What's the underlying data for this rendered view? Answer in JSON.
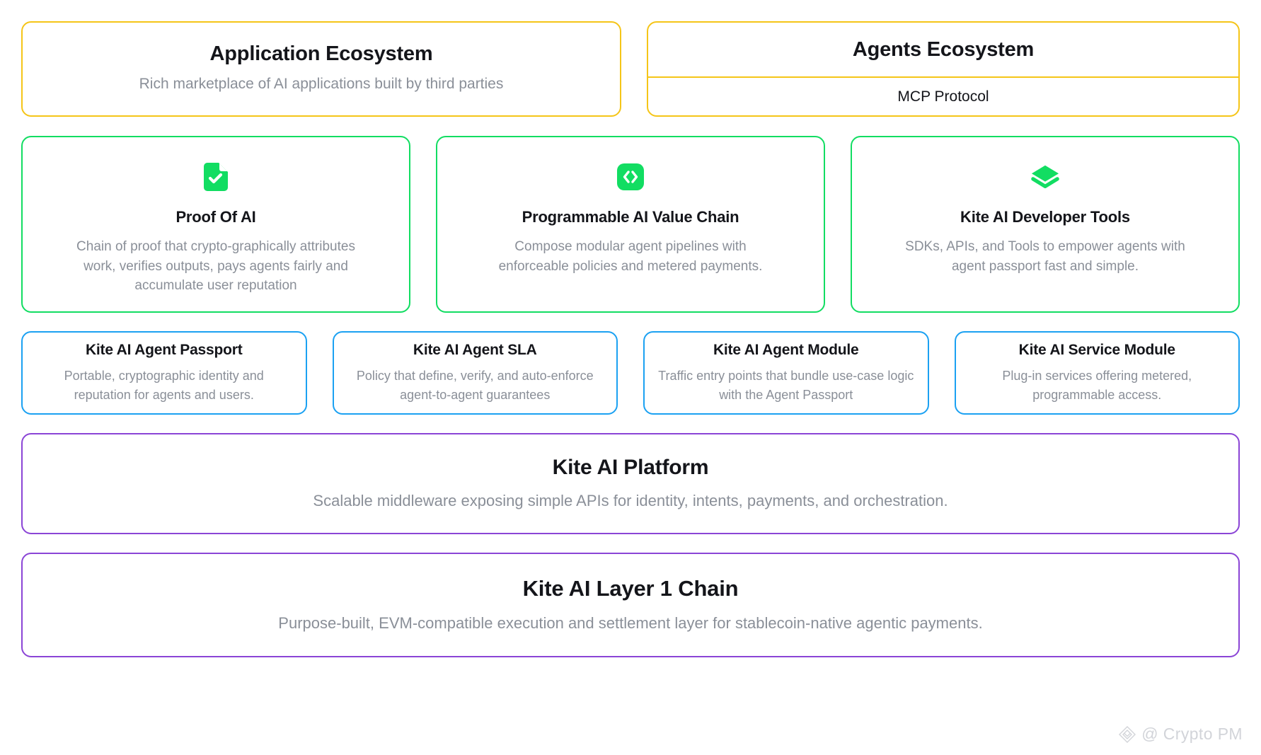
{
  "accent_colors": {
    "ecosystem_border": "#f5c518",
    "pillar_border": "#12dd62",
    "module_border": "#1ba1f2",
    "platform_border": "#8b45d6",
    "icon_green": "#12dd62",
    "title_text": "#14151a",
    "body_text": "#8a8f98",
    "watermark": "#d2d4d9"
  },
  "ecosystems": {
    "application": {
      "title": "Application Ecosystem",
      "desc": "Rich marketplace of AI applications built by third parties"
    },
    "agents": {
      "title": "Agents Ecosystem",
      "protocol_label": "MCP Protocol"
    }
  },
  "pillars": [
    {
      "icon": "document-check-icon",
      "title": "Proof Of AI",
      "desc": "Chain of proof that crypto-graphically attributes work, verifies outputs, pays agents fairly and accumulate user reputation"
    },
    {
      "icon": "code-brackets-icon",
      "title": "Programmable AI Value Chain",
      "desc": "Compose modular agent pipelines with enforceable policies and metered payments."
    },
    {
      "icon": "layers-stack-icon",
      "title": "Kite AI Developer Tools",
      "desc": "SDKs, APIs, and Tools to empower agents with agent passport fast and simple."
    }
  ],
  "modules": [
    {
      "title": "Kite AI Agent Passport",
      "desc": "Portable, cryptographic identity and reputation for agents and users."
    },
    {
      "title": "Kite AI Agent SLA",
      "desc": "Policy that define, verify, and auto-enforce agent-to-agent guarantees"
    },
    {
      "title": "Kite AI Agent Module",
      "desc": "Traffic entry points that bundle use-case logic with the Agent Passport"
    },
    {
      "title": "Kite AI Service Module",
      "desc": "Plug-in services offering metered, programmable access."
    }
  ],
  "platform": {
    "title": "Kite AI Platform",
    "desc": "Scalable middleware exposing simple APIs for identity, intents, payments, and orchestration."
  },
  "chain": {
    "title": "Kite AI Layer 1 Chain",
    "desc": "Purpose-built, EVM-compatible execution and settlement layer for stablecoin-native agentic payments."
  },
  "watermark": {
    "logo": "diamond-logo-icon",
    "handle": "@ Crypto PM"
  }
}
